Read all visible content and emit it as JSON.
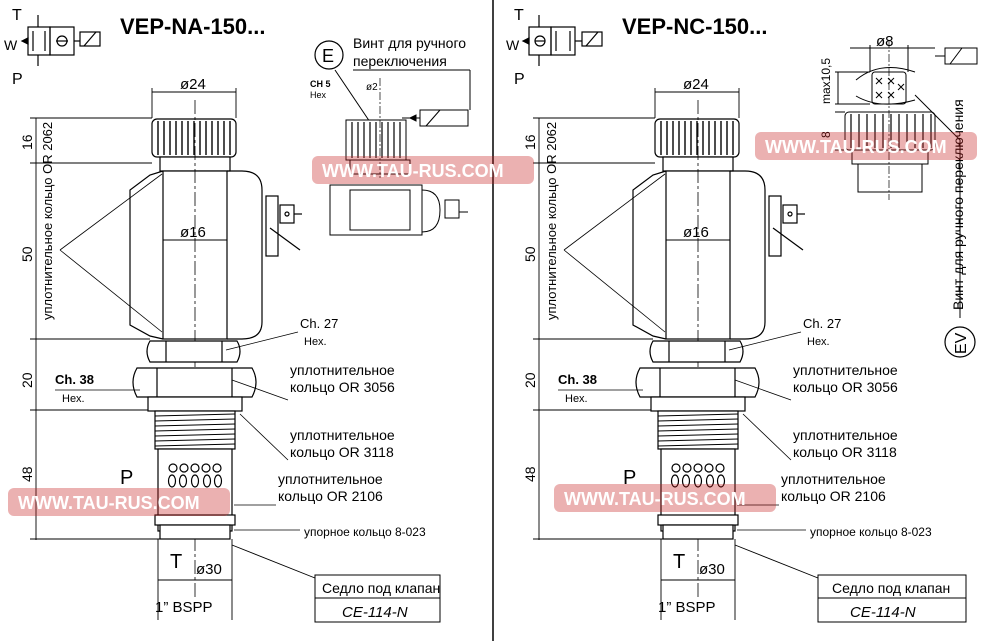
{
  "left": {
    "title": "VEP-NA-150...",
    "port_T": "T",
    "port_W": "W",
    "port_P": "P",
    "dia_top": "ø24",
    "dia_mid": "ø16",
    "dim_16": "16",
    "dim_50": "50",
    "dim_20": "20",
    "dim_48": "48",
    "seal_2062": "уплотнительное кольцо OR 2062",
    "ch27": "Ch. 27",
    "ch27_hex": "Hex.",
    "ch38": "Ch. 38",
    "ch38_hex": "Hex.",
    "seal_3056_l1": "уплотнительное",
    "seal_3056_l2": "кольцо OR 3056",
    "seal_3118_l1": "уплотнительное",
    "seal_3118_l2": "кольцо OR 3118",
    "seal_2106_l1": "уплотнительное",
    "seal_2106_l2": "кольцо OR 2106",
    "stop_ring": "упорное кольцо 8-023",
    "label_P": "P",
    "label_T": "T",
    "dia_30": "ø30",
    "thread": "1” BSPP",
    "seat_label": "Седло под клапан",
    "seat_code": "CE-114-N",
    "detail_E": "E",
    "screw_l1": "Винт для ручного",
    "screw_l2": "переключения",
    "ch5": "CH 5",
    "ch5_hex": "Hex",
    "dia_2": "ø2"
  },
  "right": {
    "title": "VEP-NC-150...",
    "port_T": "T",
    "port_W": "W",
    "port_P": "P",
    "dia_top": "ø24",
    "dia_mid": "ø16",
    "dim_16": "16",
    "dim_50": "50",
    "dim_20": "20",
    "dim_48": "48",
    "seal_2062": "уплотнительное кольцо OR 2062",
    "ch27": "Ch. 27",
    "ch27_hex": "Hex.",
    "ch38": "Ch. 38",
    "ch38_hex": "Hex.",
    "seal_3056_l1": "уплотнительное",
    "seal_3056_l2": "кольцо OR 3056",
    "seal_3118_l1": "уплотнительное",
    "seal_3118_l2": "кольцо OR 3118",
    "seal_2106_l1": "уплотнительное",
    "seal_2106_l2": "кольцо OR 2106",
    "stop_ring": "упорное кольцо 8-023",
    "label_P": "P",
    "label_T": "T",
    "dia_30": "ø30",
    "thread": "1” BSPP",
    "seat_label": "Седло под клапан",
    "seat_code": "CE-114-N",
    "dia_8": "ø8",
    "max_10_5": "max10,5",
    "dim_8": "8",
    "screw_vertical": "Винт для ручного переключения",
    "detail_EV": "EV"
  },
  "watermark": "WWW.TAU-RUS.COM",
  "colors": {
    "line": "#000000",
    "watermark_fill": "#c62020",
    "watermark_opacity": "0.35",
    "background": "#ffffff"
  }
}
